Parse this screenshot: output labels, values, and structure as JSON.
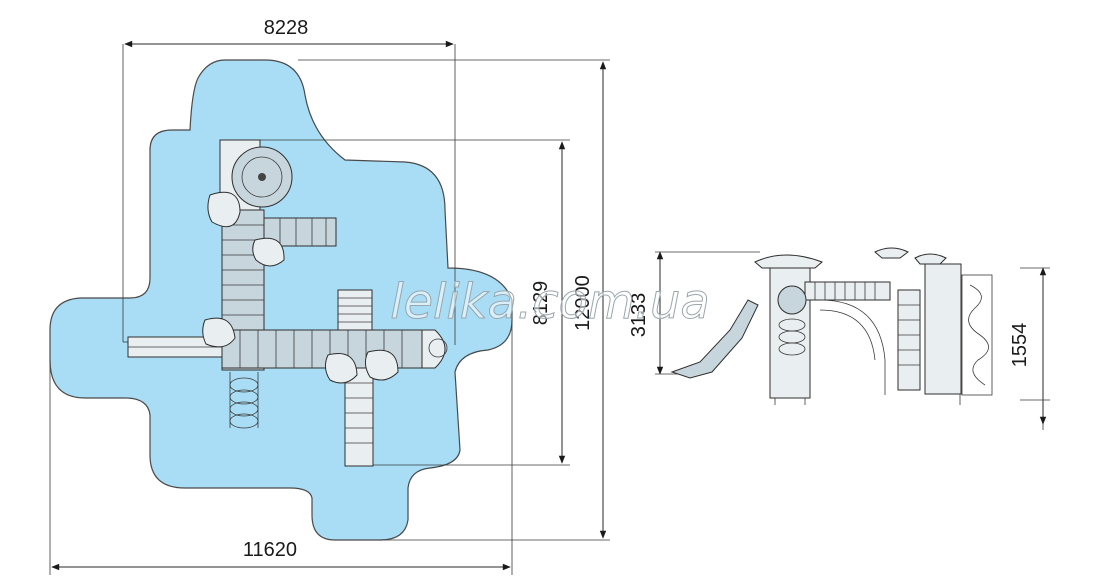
{
  "dimensions": {
    "plan_top_width": "8228",
    "plan_bottom_width": "11620",
    "plan_inner_height": "8129",
    "plan_outer_height": "12000",
    "side_total_height": "3133",
    "side_platform_height": "1554"
  },
  "watermark": "lelika.com.ua",
  "colors": {
    "safety_zone": "#a9ddf5",
    "safety_zone_border": "#4a4a4a",
    "line": "#2a2a2a"
  }
}
